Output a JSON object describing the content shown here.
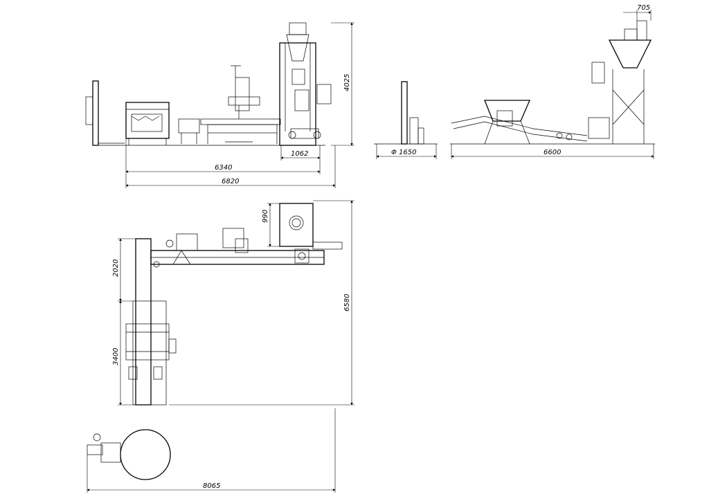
{
  "drawing": {
    "front_view": {
      "height_dim": "4025",
      "width_dim_small": "1062",
      "width_dim_mid": "6340",
      "width_dim_total": "6820"
    },
    "side_view_small": {
      "diameter_dim": "Φ 1650"
    },
    "side_view_large": {
      "top_dim": "705",
      "width_dim": "6600"
    },
    "plan_view": {
      "hopper_dim": "990",
      "left_dim_upper": "2020",
      "left_dim_lower": "3400",
      "height_dim": "6580",
      "width_dim": "8065"
    }
  }
}
